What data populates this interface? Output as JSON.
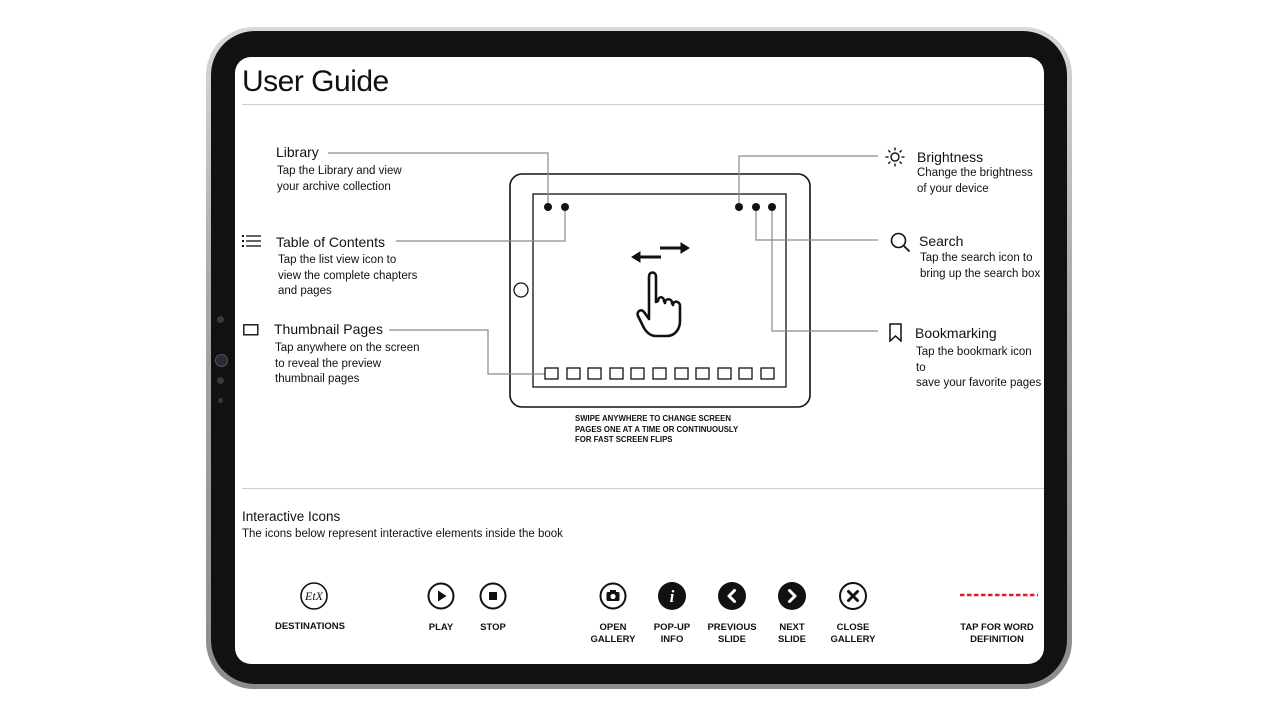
{
  "page": {
    "title": "User Guide"
  },
  "diagram": {
    "library": {
      "label": "Library",
      "desc": "Tap the Library and view\nyour archive collection"
    },
    "toc": {
      "label": "Table of Contents",
      "desc": "Tap the list view icon to\nview the complete chapters\nand pages"
    },
    "thumbs": {
      "label": "Thumbnail Pages",
      "desc": "Tap anywhere on the screen\nto reveal the preview\nthumbnail pages"
    },
    "brightness": {
      "label": "Brightness",
      "desc": "Change the brightness\nof your device"
    },
    "search": {
      "label": "Search",
      "desc": "Tap the search icon to\nbring up the search box"
    },
    "bookmark": {
      "label": "Bookmarking",
      "desc": "Tap the bookmark icon to\nsave your favorite pages"
    },
    "swipe_note": "SWIPE ANYWHERE TO CHANGE SCREEN\nPAGES ONE AT A TIME OR CONTINUOUSLY\nFOR FAST SCREEN FLIPS"
  },
  "interactive": {
    "title": "Interactive Icons",
    "subtitle": "The icons below represent interactive elements inside the book",
    "items": [
      {
        "label": "DESTINATIONS",
        "icon": "destinations-icon"
      },
      {
        "label": "PLAY",
        "icon": "play-icon"
      },
      {
        "label": "STOP",
        "icon": "stop-icon"
      },
      {
        "label": "OPEN\nGALLERY",
        "icon": "camera-icon"
      },
      {
        "label": "POP-UP\nINFO",
        "icon": "info-icon"
      },
      {
        "label": "PREVIOUS\nSLIDE",
        "icon": "previous-icon"
      },
      {
        "label": "NEXT\nSLIDE",
        "icon": "next-icon"
      },
      {
        "label": "CLOSE\nGALLERY",
        "icon": "close-icon"
      },
      {
        "label": "TAP FOR WORD\nDEFINITION",
        "icon": "dashed-underline-icon"
      }
    ],
    "definition_color": "#e02020"
  }
}
